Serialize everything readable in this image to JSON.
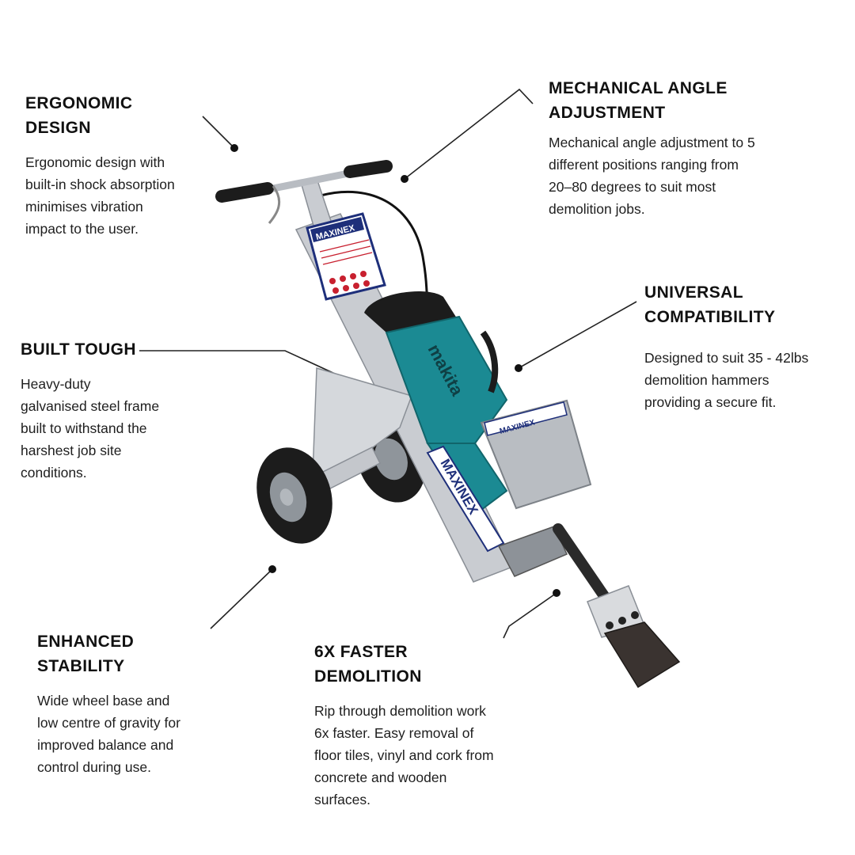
{
  "callouts": {
    "ergonomic": {
      "title": "ERGONOMIC DESIGN",
      "lines": [
        "Ergonomic design with",
        "built-in shock absorption",
        "minimises vibration",
        "impact to the user."
      ]
    },
    "mechanical": {
      "title_lines": [
        "MECHANICAL ANGLE",
        "ADJUSTMENT"
      ],
      "lines": [
        "Mechanical angle adjustment to 5",
        "different positions ranging from",
        "20–80 degrees to suit most",
        "demolition jobs."
      ]
    },
    "universal": {
      "title_lines": [
        "UNIVERSAL",
        "COMPATIBILITY"
      ],
      "lines": [
        "Designed to suit 35 - 42lbs",
        "demolition hammers",
        "providing a secure fit."
      ]
    },
    "builttough": {
      "title": "BUILT TOUGH",
      "lines": [
        "Heavy-duty",
        "galvanised steel frame",
        "built to withstand the",
        "harshest job site",
        "conditions."
      ]
    },
    "stability": {
      "title": "ENHANCED STABILITY",
      "lines": [
        "Wide wheel base and",
        "low centre of gravity for",
        "improved balance and",
        "control during use."
      ]
    },
    "faster": {
      "title": "6X FASTER DEMOLITION",
      "lines": [
        "Rip through demolition work",
        "6x faster. Easy removal of",
        "floor tiles, vinyl and cork from",
        "concrete and wooden",
        "surfaces."
      ]
    }
  },
  "product": {
    "brand_panel": "MAXINEX",
    "brand_frame": "MAXINEX",
    "brand_plate": "MAXINEX",
    "hammer_brand": "makita"
  },
  "colors": {
    "frame": "#c9ccd1",
    "hammer": "#1b8a93",
    "brand_blue": "#1e2f7a",
    "brand_red": "#c8202f",
    "tire": "#1c1c1c"
  }
}
